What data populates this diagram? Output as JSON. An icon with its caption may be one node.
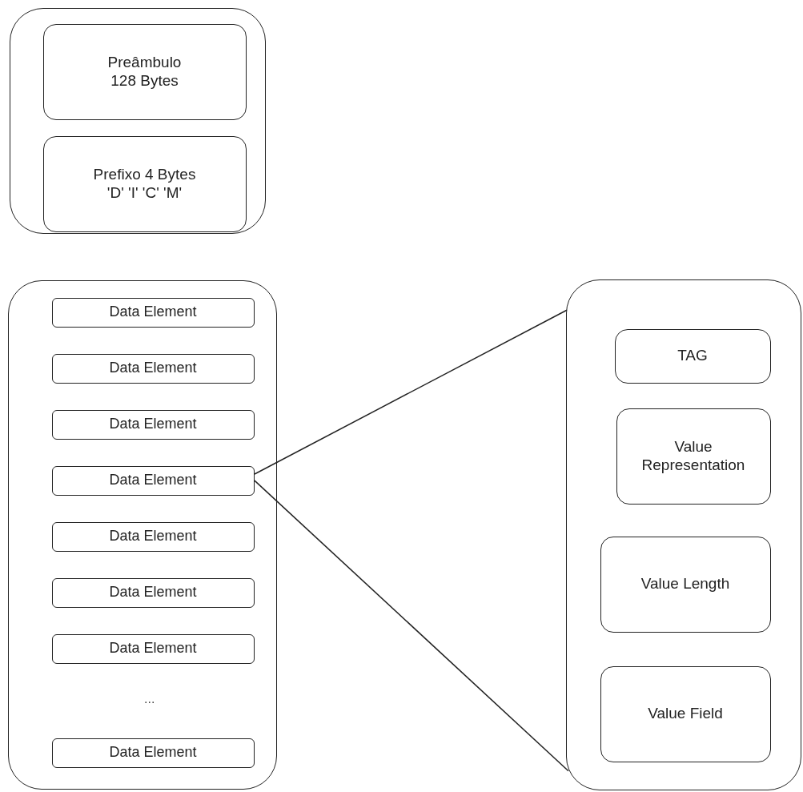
{
  "diagram": {
    "nodes": [
      {
        "text": [],
        "shape": "box"
      },
      {
        "text": [
          "Preâmbulo 128 Bytes"
        ],
        "in": 0
      },
      {
        "text": [
          "Prefixo 4 Bytes 'D' 'I' 'C' 'M'"
        ],
        "in": 0
      },
      {
        "text": [],
        "shape": "box"
      },
      {
        "text": [
          "Data Element"
        ],
        "in": 3
      },
      {
        "text": [
          "Data Element"
        ],
        "in": 3
      },
      {
        "text": [
          "Data Element"
        ],
        "in": 3
      },
      {
        "text": [
          "Data Element"
        ],
        "in": 3
      },
      {
        "text": [
          "Data Element"
        ],
        "in": 3
      },
      {
        "text": [
          "Data Element"
        ],
        "in": 3
      },
      {
        "text": [
          "Data Element"
        ],
        "in": 3
      },
      {
        "text": [
          "Data Element"
        ],
        "in": 3
      },
      {
        "text": [],
        "shape": "box"
      },
      {
        "text": [
          "TAG"
        ],
        "in": 12
      },
      {
        "text": [
          "Value Representation"
        ],
        "in": 12
      },
      {
        "text": [
          "Value Length"
        ],
        "in": 12
      },
      {
        "text": [
          "Value Field"
        ],
        "in": 12
      }
    ],
    "edges": [
      {
        "from": 7,
        "to": 12,
        "arrow": "none"
      },
      {
        "from": 7,
        "to": 12,
        "arrow": "none"
      }
    ],
    "labels": [
      "..."
    ]
  }
}
